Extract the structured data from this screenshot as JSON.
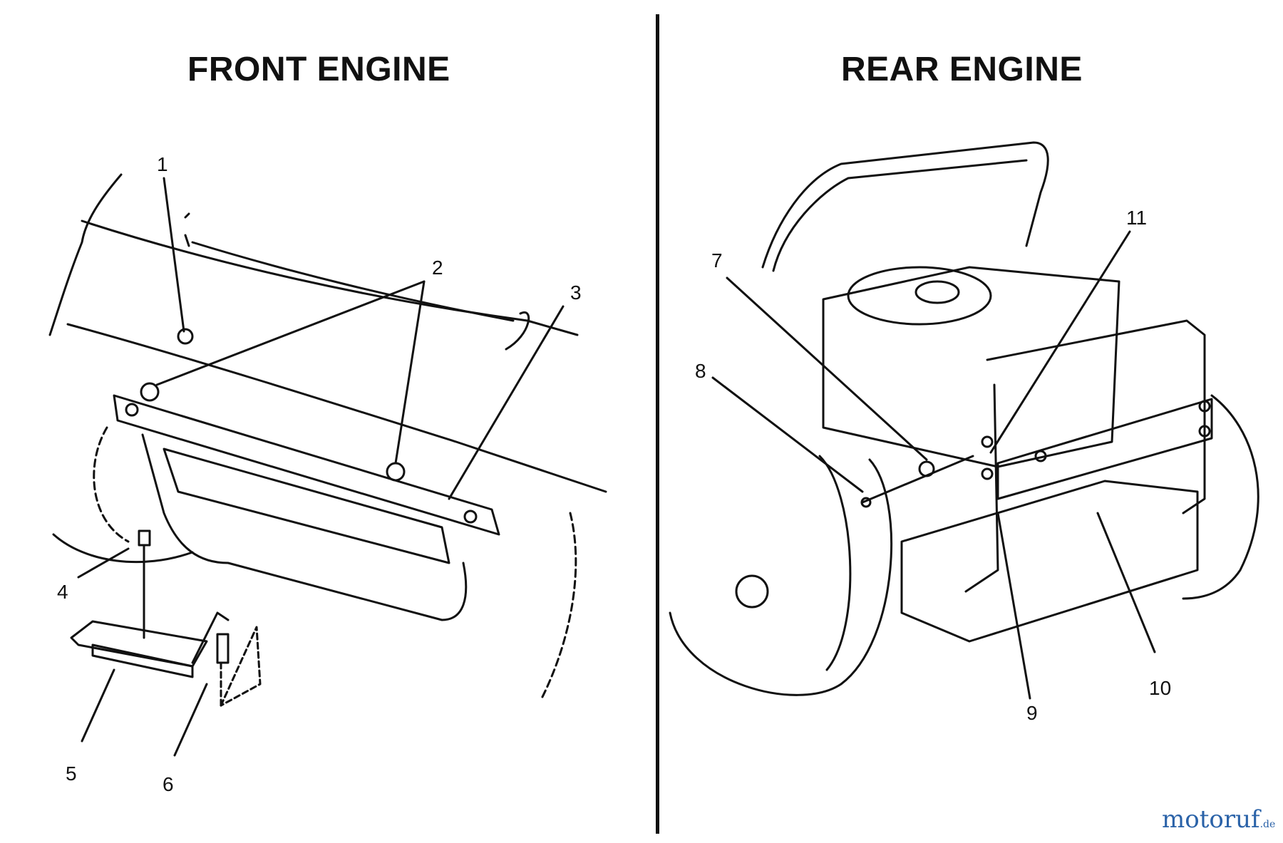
{
  "front": {
    "title": "FRONT ENGINE",
    "callouts": [
      "1",
      "2",
      "3",
      "4",
      "5",
      "6"
    ]
  },
  "rear": {
    "title": "REAR ENGINE",
    "callouts": [
      "7",
      "8",
      "9",
      "10",
      "11"
    ]
  },
  "watermark": {
    "main": "motoruf",
    "suffix": ".de"
  }
}
